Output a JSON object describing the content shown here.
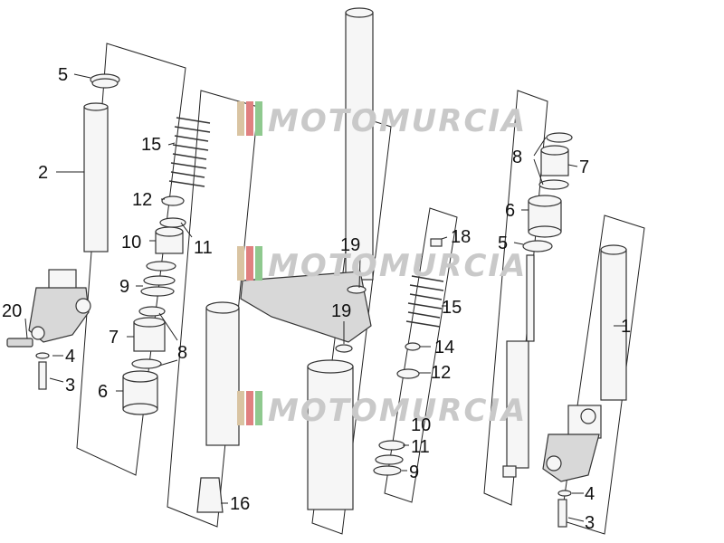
{
  "watermark": {
    "text": "MOTOMURCIA"
  },
  "colors": {
    "stripe1": "#d9c4a2",
    "stripe2": "#e08080",
    "stripe3": "#8fc98f",
    "watermark": "#c9c9c9"
  },
  "callouts": {
    "c5a": "5",
    "c2": "2",
    "c20": "20",
    "c4a": "4",
    "c3a": "3",
    "c15a": "15",
    "c12a": "12",
    "c10a": "10",
    "c11a": "11",
    "c9a": "9",
    "c7a": "7",
    "c8a": "8",
    "c6a": "6",
    "c16": "16",
    "c19a": "19",
    "c19b": "19",
    "c18": "18",
    "c15b": "15",
    "c14": "14",
    "c12b": "12",
    "c10b": "10",
    "c11b": "11",
    "c9b": "9",
    "c8b": "8",
    "c7b": "7",
    "c6b": "6",
    "c5b": "5",
    "c1": "1",
    "c4b": "4",
    "c3b": "3"
  }
}
